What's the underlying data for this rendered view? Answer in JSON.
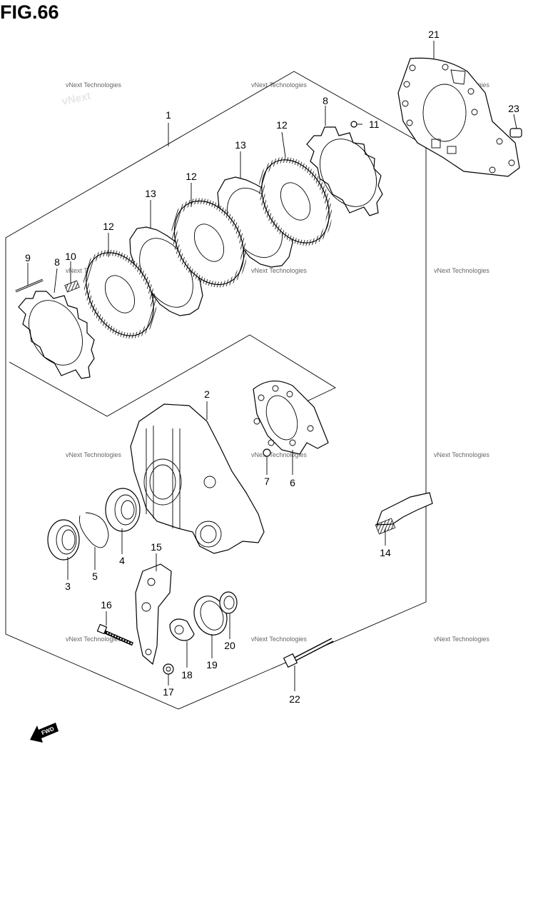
{
  "figure": {
    "title": "FIG.66"
  },
  "watermark_text": "vNext Technologies",
  "fwd_label": "FWD",
  "callouts": [
    {
      "id": "c1",
      "text": "1"
    },
    {
      "id": "c2",
      "text": "2"
    },
    {
      "id": "c3",
      "text": "3"
    },
    {
      "id": "c4",
      "text": "4"
    },
    {
      "id": "c5",
      "text": "5"
    },
    {
      "id": "c6",
      "text": "6"
    },
    {
      "id": "c7",
      "text": "7"
    },
    {
      "id": "c8a",
      "text": "8"
    },
    {
      "id": "c8b",
      "text": "8"
    },
    {
      "id": "c9",
      "text": "9"
    },
    {
      "id": "c10",
      "text": "10"
    },
    {
      "id": "c11",
      "text": "11"
    },
    {
      "id": "c12a",
      "text": "12"
    },
    {
      "id": "c12b",
      "text": "12"
    },
    {
      "id": "c12c",
      "text": "12"
    },
    {
      "id": "c13a",
      "text": "13"
    },
    {
      "id": "c13b",
      "text": "13"
    },
    {
      "id": "c14",
      "text": "14"
    },
    {
      "id": "c15",
      "text": "15"
    },
    {
      "id": "c16",
      "text": "16"
    },
    {
      "id": "c17",
      "text": "17"
    },
    {
      "id": "c18",
      "text": "18"
    },
    {
      "id": "c19",
      "text": "19"
    },
    {
      "id": "c20",
      "text": "20"
    },
    {
      "id": "c21",
      "text": "21"
    },
    {
      "id": "c22",
      "text": "22"
    },
    {
      "id": "c23",
      "text": "23"
    }
  ]
}
